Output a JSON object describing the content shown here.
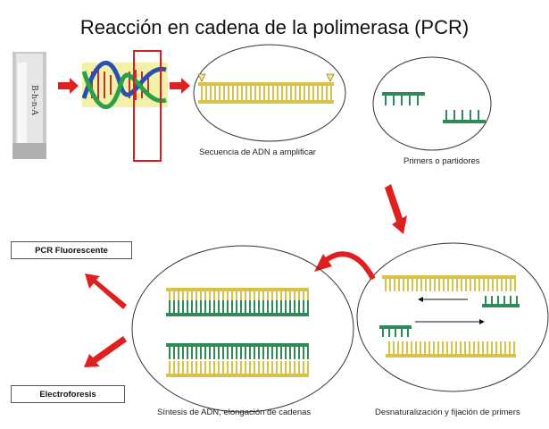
{
  "title": "Reacción en  cadena de la polimerasa (PCR)",
  "captions": {
    "dna_sequence": "Secuencia de ADN a amplificar",
    "primers": "Primers o partidores",
    "synthesis": "Síntesis de ADN, elongación de cadenas",
    "denaturation": "Desnaturalización y fijación de primers"
  },
  "outputs": {
    "fluorescent": "PCR Fluorescente",
    "electrophoresis": "Electroforesis"
  },
  "colors": {
    "template_strand": "#d9c24a",
    "primer_strand": "#2e8b57",
    "arrow": "#e02020",
    "highlight_box": "#d42020",
    "helix_blue": "#2a4fb0",
    "helix_green": "#2aa04a",
    "helix_red": "#c03030",
    "helix_bg": "#f4f0a8"
  }
}
